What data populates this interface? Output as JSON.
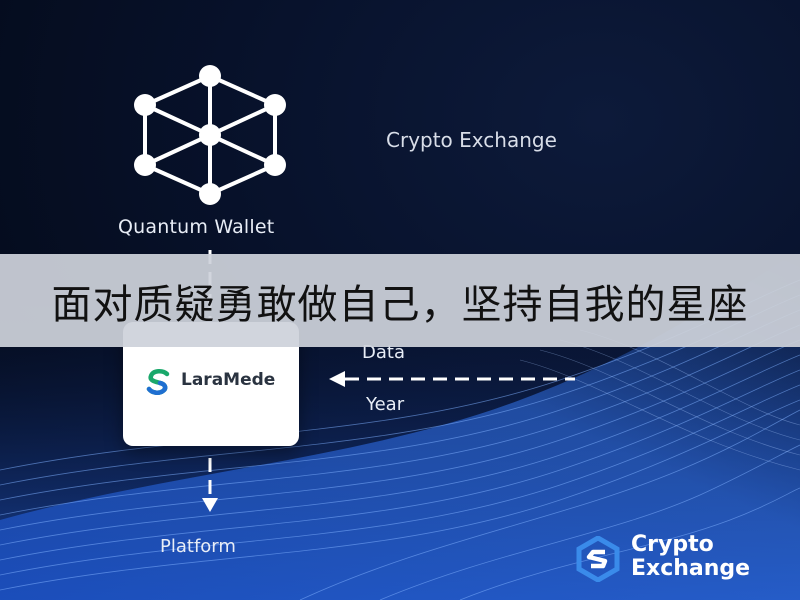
{
  "banner": {
    "text": "面对质疑勇敢做自己，坚持自我的星座"
  },
  "diagram": {
    "wallet_label": "Quantum Wallet",
    "exchange_label": "Crypto Exchange",
    "card_label": "LaraMede",
    "flow_label_top": "Data",
    "flow_label_bottom": "Year",
    "platform_label": "Platform"
  },
  "brand": {
    "line1": "Crypto",
    "line2": "Exchange"
  },
  "icons": {
    "network": "cube-network-icon",
    "card_logo": "s-logo-icon",
    "brand_logo": "hexagon-s-logo-icon"
  },
  "colors": {
    "background": "#050c20",
    "banner": "#ced2da",
    "logo_green": "#1aa86b",
    "logo_blue": "#1f6fd1",
    "wave_blue": "#2e6de0",
    "brand_icon": "#3a8bea"
  }
}
